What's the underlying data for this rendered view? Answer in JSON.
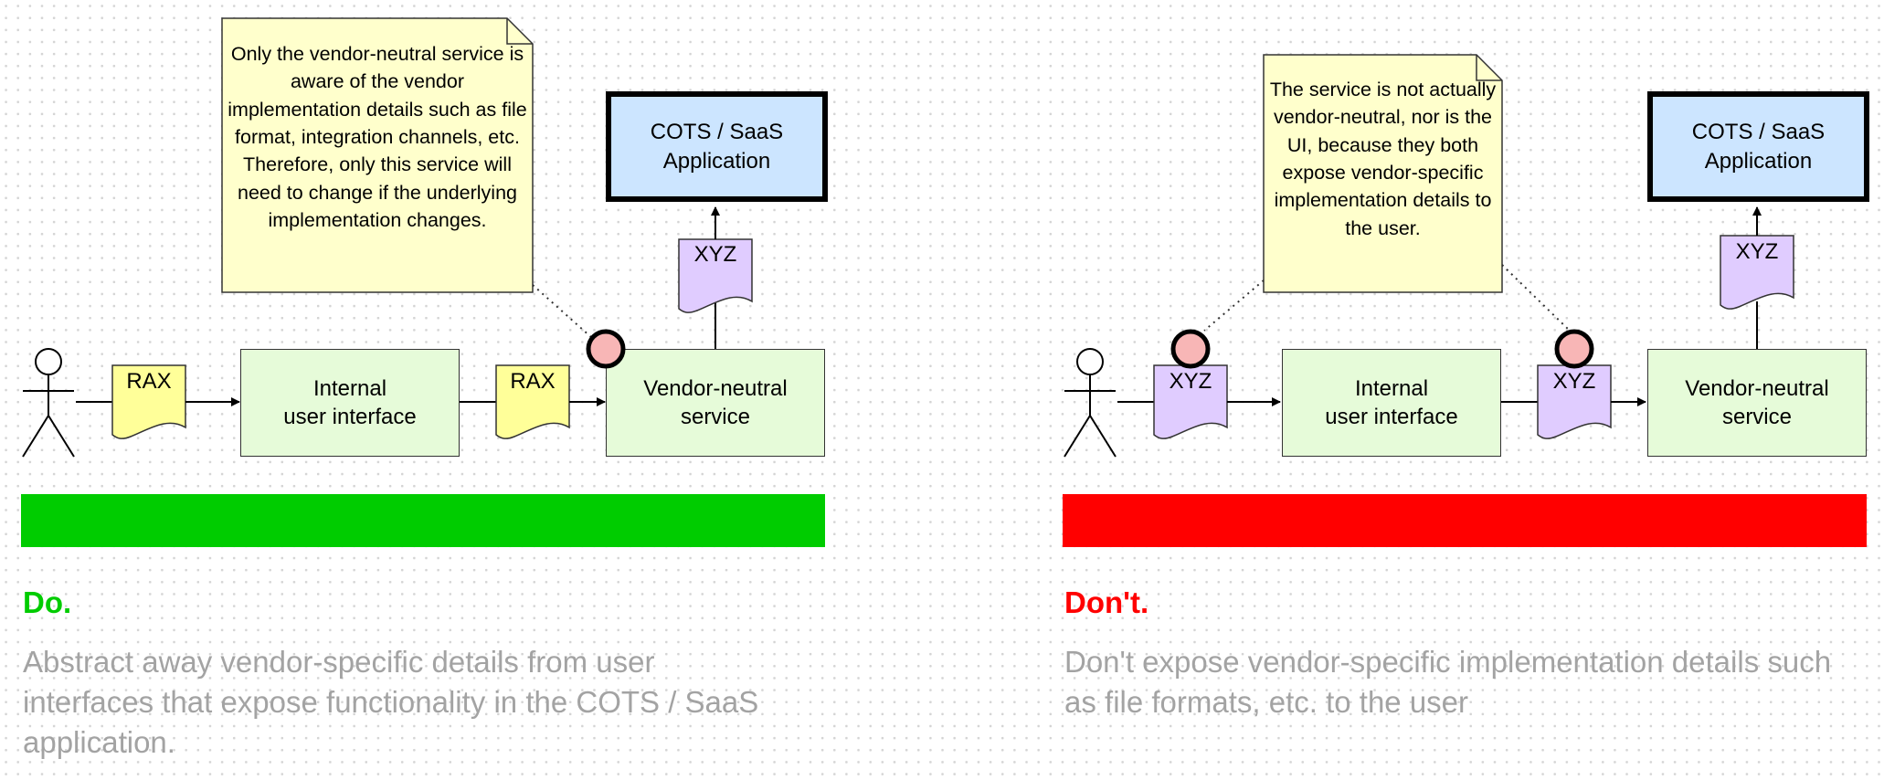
{
  "left": {
    "note": "Only the vendor-neutral service is aware of the vendor implementation details such as file format, integration channels, etc. Therefore, only this service will need to change if the underlying implementation changes.",
    "doc1": "RAX",
    "doc2": "RAX",
    "doc_top": "XYZ",
    "internal_ui": "Internal\nuser interface",
    "service": "Vendor-neutral\nservice",
    "cots": "COTS / SaaS\nApplication",
    "bar_color": "#00cc00",
    "heading": "Do.",
    "heading_color": "#00cc00",
    "description": "Abstract away vendor-specific details from user interfaces that expose functionality in the COTS / SaaS application."
  },
  "right": {
    "note": "The service is not actually vendor-neutral, nor is the UI, because they both expose vendor-specific implementation details to the user.",
    "doc1": "XYZ",
    "doc2": "XYZ",
    "doc_top": "XYZ",
    "internal_ui": "Internal\nuser interface",
    "service": "Vendor-neutral\nservice",
    "cots": "COTS / SaaS\nApplication",
    "bar_color": "#ff0000",
    "heading": "Don't.",
    "heading_color": "#ff0000",
    "description": "Don't expose vendor-specific implementation details such as file formats, etc. to the user"
  },
  "colors": {
    "note_fill": "#ffffcc",
    "rax_fill": "#ffff99",
    "xyz_fill": "#e0ccff",
    "marker_fill": "#f8b6b6"
  }
}
